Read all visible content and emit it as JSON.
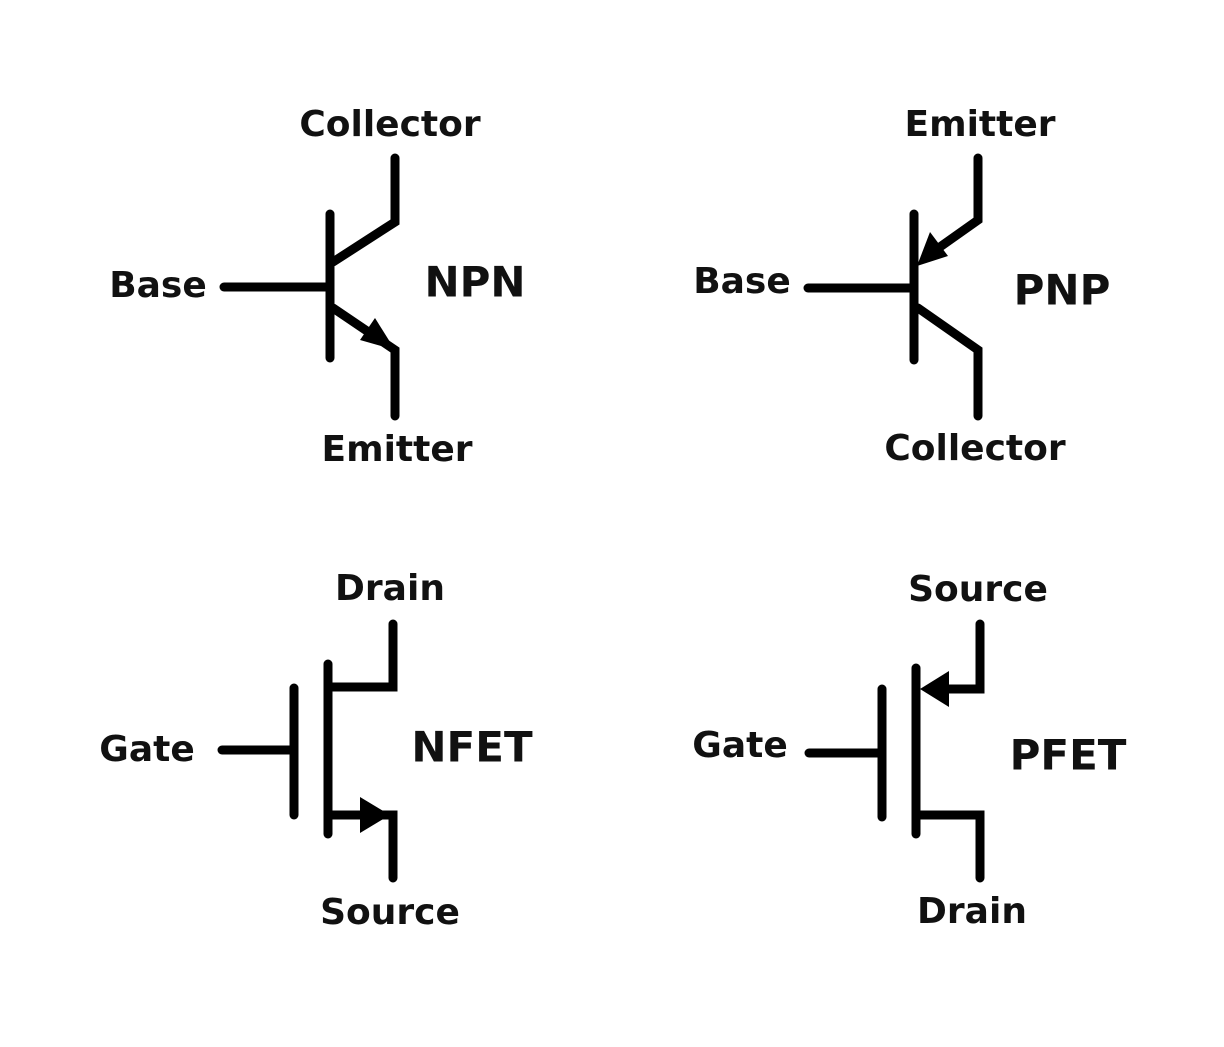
{
  "symbols": {
    "npn": {
      "name": "NPN",
      "top": "Collector",
      "left": "Base",
      "bottom": "Emitter"
    },
    "pnp": {
      "name": "PNP",
      "top": "Emitter",
      "left": "Base",
      "bottom": "Collector"
    },
    "nfet": {
      "name": "NFET",
      "top": "Drain",
      "left": "Gate",
      "bottom": "Source"
    },
    "pfet": {
      "name": "PFET",
      "top": "Source",
      "left": "Gate",
      "bottom": "Drain"
    }
  },
  "colors": {
    "line": "#000000",
    "text": "#111111",
    "background": "#ffffff"
  }
}
